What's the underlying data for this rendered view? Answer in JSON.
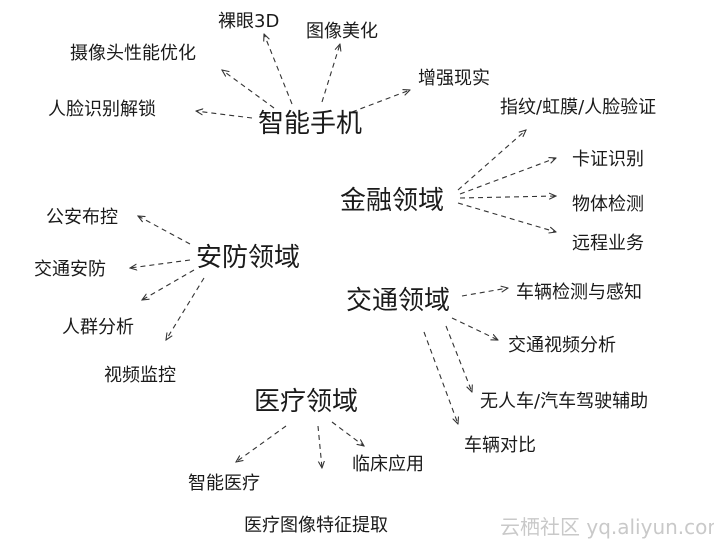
{
  "colors": {
    "ink": "#1a1a1a",
    "watermark": "#c9c9c9"
  },
  "watermark": "云栖社区 yq.aliyun.com",
  "hubs": [
    {
      "id": "phone",
      "label": "智能手机",
      "leaves": [
        "裸眼3D",
        "图像美化",
        "摄像头性能优化",
        "人脸识别解锁",
        "增强现实"
      ]
    },
    {
      "id": "finance",
      "label": "金融领域",
      "leaves": [
        "指纹/虹膜/人脸验证",
        "卡证识别",
        "物体检测",
        "远程业务"
      ]
    },
    {
      "id": "security",
      "label": "安防领域",
      "leaves": [
        "公安布控",
        "交通安防",
        "人群分析",
        "视频监控"
      ]
    },
    {
      "id": "traffic",
      "label": "交通领域",
      "leaves": [
        "车辆检测与感知",
        "交通视频分析",
        "无人车/汽车驾驶辅助",
        "车辆对比"
      ]
    },
    {
      "id": "medical",
      "label": "医疗领域",
      "leaves": [
        "智能医疗",
        "医疗图像特征提取",
        "临床应用"
      ]
    }
  ]
}
